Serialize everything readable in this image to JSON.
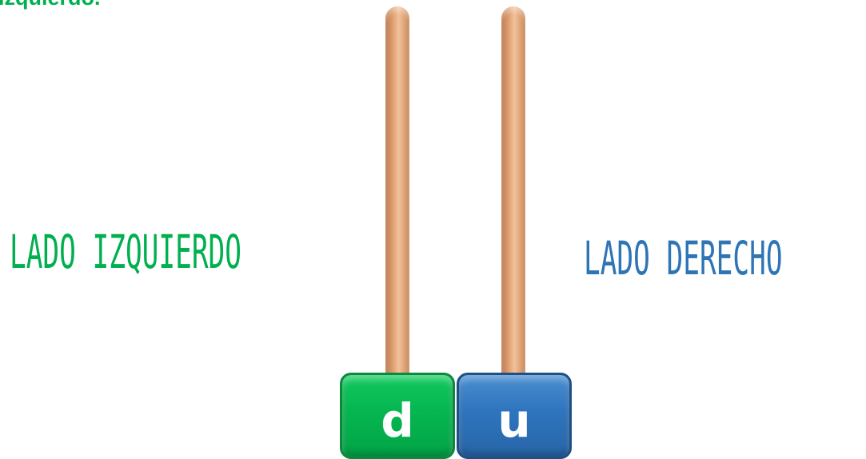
{
  "header": {
    "partial_text": "izquierdo."
  },
  "labels": {
    "left": "LADO IZQUIERDO",
    "right": "LADO DERECHO"
  },
  "blocks": {
    "left_letter": "d",
    "right_letter": "u"
  },
  "colors": {
    "green": "#00b04f",
    "blue": "#2e75b6",
    "rod": "#e2a77b"
  }
}
